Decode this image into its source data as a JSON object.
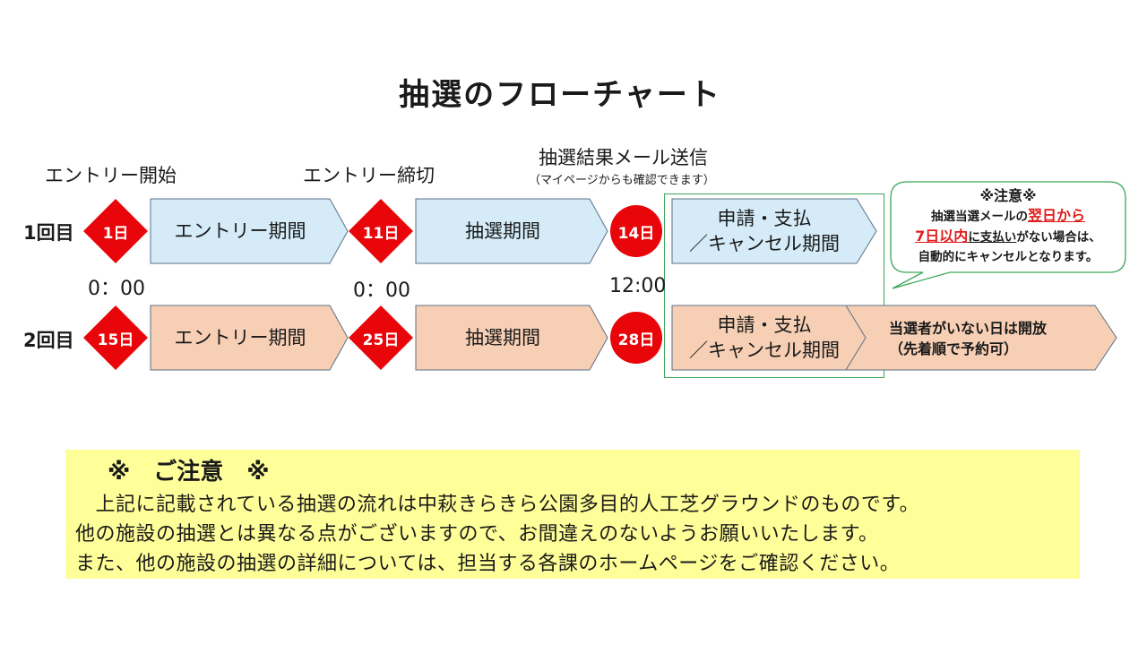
{
  "title": "抽選のフローチャート",
  "labels": {
    "entry_start": "エントリー開始",
    "entry_close": "エントリー締切",
    "result_mail": "抽選結果メール送信",
    "result_mail_note": "（マイページからも確認できます）"
  },
  "rows": [
    {
      "label": "1回目",
      "markers": [
        "1日",
        "11日",
        "14日"
      ],
      "steps": [
        "エントリー期間",
        "抽選期間"
      ],
      "apply": [
        "申請・支払",
        "／キャンセル期間"
      ]
    },
    {
      "label": "2回目",
      "markers": [
        "15日",
        "25日",
        "28日"
      ],
      "steps": [
        "エントリー期間",
        "抽選期間"
      ],
      "apply": [
        "申請・支払",
        "／キャンセル期間"
      ]
    }
  ],
  "times": [
    "0：00",
    "0：00",
    "12:00"
  ],
  "callout": {
    "title": "※注意※",
    "line1_prefix": "抽選当選メールの",
    "line1_red": "翌日から",
    "line2_red": "7日以内",
    "line2_mid": "に支払い",
    "line2_suffix": "がない場合は、",
    "line3": "自動的にキャンセルとなります。"
  },
  "open_note": [
    "当選者がいない日は開放",
    "（先着順で予約可）"
  ],
  "notice": {
    "heading": "※　ご注意　※",
    "lines": [
      "　上記に記載されている抽選の流れは中萩きらきら公園多目的人工芝グラウンドのものです。",
      "他の施設の抽選とは異なる点がございますので、お間違えのないようお願いいたします。",
      "また、他の施設の抽選の詳細については、担当する各課のホームページをご確認ください。"
    ]
  },
  "colors": {
    "row1_fill": "#d5ecf8",
    "row2_fill": "#f7cfb4",
    "marker_red": "#e8060a",
    "highlight_border": "#3aa657",
    "callout_border": "#3aa657",
    "notice_bg": "#ffff99"
  }
}
